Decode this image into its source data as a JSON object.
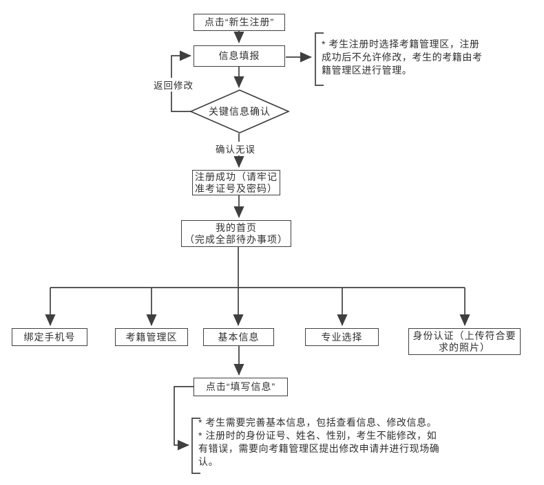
{
  "colors": {
    "line": "#3f3f3f",
    "text": "#2f2f2f",
    "node_background": "#ffffff"
  },
  "nodes": {
    "register_click": {
      "label": "点击“新生注册”"
    },
    "info_fill": {
      "label": "信息填报"
    },
    "key_info_confirm": {
      "label": "关键信息确认"
    },
    "register_success": {
      "label": "注册成功（请牢记\n准考证号及密码）"
    },
    "my_homepage": {
      "label": "我的首页\n（完成全部待办事项）"
    },
    "bind_phone": {
      "label": "绑定手机号"
    },
    "exam_region": {
      "label": "考籍管理区"
    },
    "basic_info": {
      "label": "基本信息"
    },
    "major_select": {
      "label": "专业选择"
    },
    "identity_auth": {
      "label": "身份认证（上传符合要\n求的照片）"
    },
    "fill_info_click": {
      "label": "点击“填写信息”"
    }
  },
  "edge_labels": {
    "return_modify": "返回修改",
    "confirmed_ok": "确认无误"
  },
  "notes": {
    "register_note": "* 考生注册时选择考籍管理区，注册\n成功后不允许修改，考生的考籍由考\n籍管理区进行管理。",
    "basic_info_note": "* 考生需要完善基本信息，包括查看信息、修改信息。\n* 注册时的身份证号、姓名、性别，考生不能修改，如\n有错误，需要向考籍管理区提出修改申请并进行现场确\n认。"
  }
}
